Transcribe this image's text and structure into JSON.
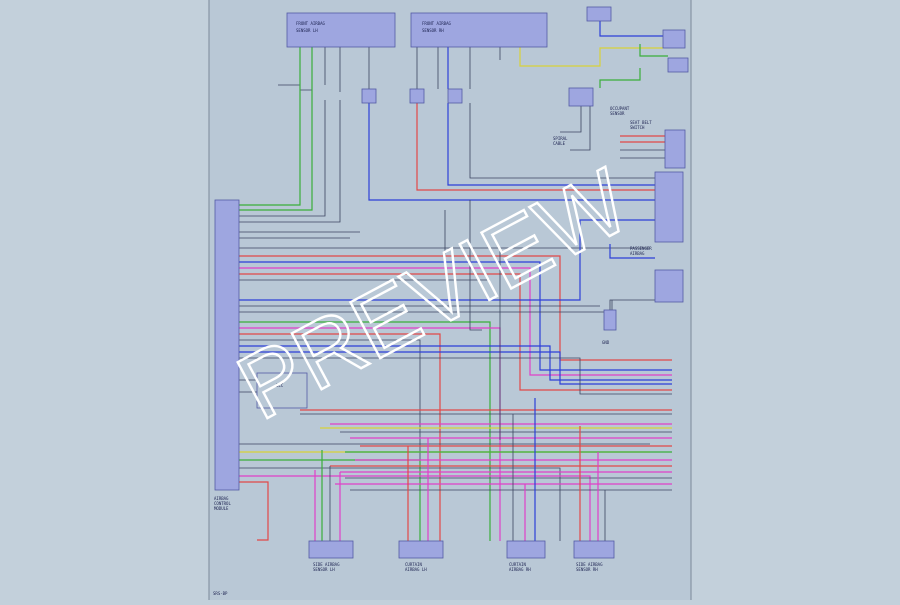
{
  "colors": {
    "background": "#c3d0db",
    "sheet": "#b9c8d6",
    "box_fill": "#9ea6e0",
    "box_stroke": "#535aa4",
    "wire_default": "#3b4460",
    "wire_red": "#e24848",
    "wire_blue": "#2d3fd8",
    "wire_green": "#3aae3a",
    "wire_pink": "#e040c8",
    "wire_yellow": "#d8d23a",
    "wire_gray": "#6f7a8a",
    "watermark": "#ffffff"
  },
  "watermark": {
    "text": "PREVIEW"
  },
  "sheet": {
    "page_number": "SRS-BP"
  },
  "connector_boxes": [
    {
      "id": "front-airbag-sensor-lh",
      "lines": [
        "FRONT AIRBAG",
        "SENSOR LH"
      ]
    },
    {
      "id": "front-airbag-sensor-rh",
      "lines": [
        "FRONT AIRBAG",
        "SENSOR RH"
      ]
    },
    {
      "id": "occupant-sensor",
      "lines": [
        "OCCUPANT",
        "SENSOR"
      ]
    },
    {
      "id": "steering-clock-spring",
      "lines": [
        "SPIRAL",
        "CABLE"
      ]
    },
    {
      "id": "passenger-airbag",
      "lines": [
        "PASSENGER",
        "AIRBAG"
      ]
    },
    {
      "id": "seatbelt-buckle-switch",
      "lines": [
        "SEAT BELT",
        "SWITCH"
      ]
    },
    {
      "id": "airbag-control-module",
      "lines": [
        "AIRBAG",
        "CONTROL",
        "MODULE"
      ]
    },
    {
      "id": "side-airbag-sensor-lh",
      "lines": [
        "SIDE AIRBAG",
        "SENSOR LH"
      ]
    },
    {
      "id": "curtain-airbag-lh",
      "lines": [
        "CURTAIN",
        "AIRBAG LH"
      ]
    },
    {
      "id": "curtain-airbag-rh",
      "lines": [
        "CURTAIN",
        "AIRBAG RH"
      ]
    },
    {
      "id": "side-airbag-sensor-rh",
      "lines": [
        "SIDE AIRBAG",
        "SENSOR RH"
      ]
    }
  ],
  "labels": {
    "ground": "GND",
    "data_link": "DLC"
  }
}
